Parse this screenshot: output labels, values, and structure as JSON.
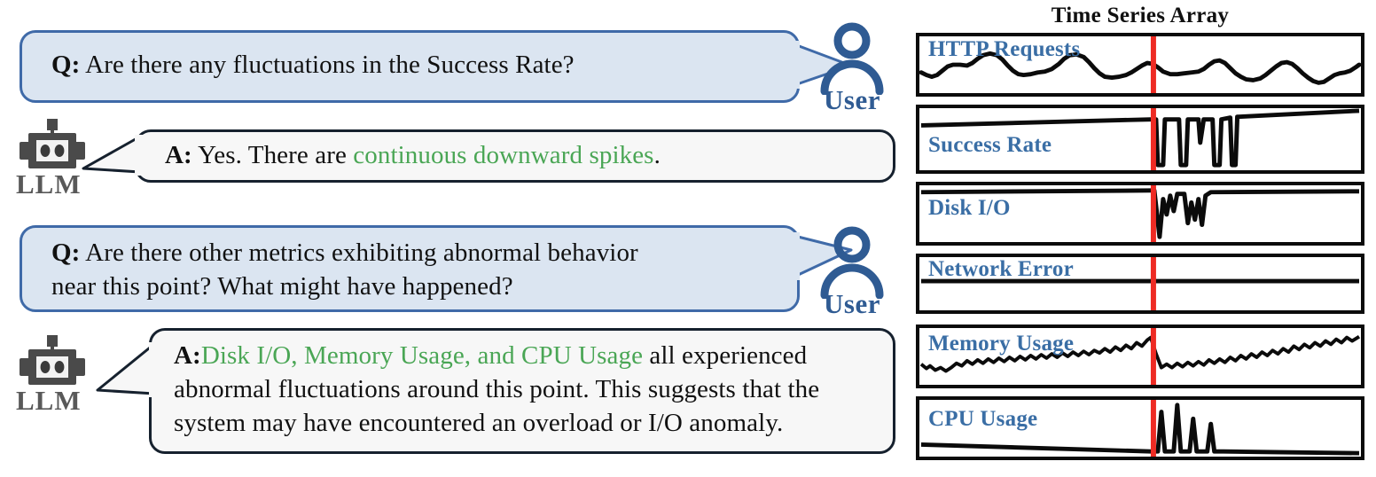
{
  "conversation": [
    {
      "role": "user",
      "speaker_label": "User",
      "prefix": "Q:",
      "text": " Are there any fluctuations in the Success Rate?",
      "lines": [
        "Q: Are there any fluctuations in the Success Rate?"
      ]
    },
    {
      "role": "llm",
      "speaker_label": "LLM",
      "prefix": "A:",
      "text_plain_1": " Yes. There are ",
      "text_highlight": "continuous downward spikes",
      "text_plain_2": ".",
      "highlight_color": "#4aa655"
    },
    {
      "role": "user",
      "speaker_label": "User",
      "prefix": "Q:",
      "line1": " Are there other metrics exhibiting abnormal behavior",
      "line2": "near this point? What might have happened?"
    },
    {
      "role": "llm",
      "speaker_label": "LLM",
      "prefix": "A:",
      "text_highlight": "Disk I/O, Memory Usage, and CPU Usage",
      "text_plain_1": " all experienced",
      "line2": "abnormal fluctuations around this point. This suggests that the",
      "line3": "system may have encountered an overload or I/O anomaly.",
      "highlight_color": "#4aa655"
    }
  ],
  "colors": {
    "question_fill": "#dbe5f1",
    "question_border": "#3f6aa8",
    "answer_fill": "#f7f7f7",
    "answer_border": "#16212e",
    "user_blue": "#2f5b93",
    "llm_gray": "#595959",
    "highlight_green": "#4aa655",
    "panel_label_blue": "#3a6ea5",
    "marker_red": "#ee2b24",
    "series_black": "#0b0b0b"
  },
  "chart_data": {
    "type": "line",
    "title": "Time Series Array",
    "grid": false,
    "legend": null,
    "xlabel": "",
    "ylabel": "",
    "marker": {
      "name": "anomaly-marker",
      "color": "#ee2b24",
      "x_fraction": 0.525,
      "label": "this point"
    },
    "panels": [
      {
        "name": "HTTP Requests",
        "label": "HTTP Requests",
        "pattern": "oscillating waveform, no anomaly at marker",
        "y": [
          0.62,
          0.72,
          0.66,
          0.6,
          0.66,
          0.7,
          0.63,
          0.58,
          0.5,
          0.44,
          0.52,
          0.62,
          0.7,
          0.66,
          0.6,
          0.64,
          0.72,
          0.66,
          0.58,
          0.5,
          0.46,
          0.56,
          0.62,
          0.55,
          0.48,
          0.42,
          0.56,
          0.66,
          0.6,
          0.52,
          0.46,
          0.52,
          0.6,
          0.58,
          0.56,
          0.58,
          0.6,
          0.58,
          0.56,
          0.58,
          0.62,
          0.7,
          0.66,
          0.56,
          0.46,
          0.4,
          0.44,
          0.54,
          0.62,
          0.58,
          0.5,
          0.46,
          0.52,
          0.62,
          0.68,
          0.62,
          0.54,
          0.46,
          0.42,
          0.48,
          0.58,
          0.62,
          0.56,
          0.48,
          0.42,
          0.38,
          0.44,
          0.54,
          0.62,
          0.66,
          0.6,
          0.52,
          0.44,
          0.38,
          0.34,
          0.4,
          0.5,
          0.58,
          0.62,
          0.58,
          0.52,
          0.48,
          0.52,
          0.6,
          0.64,
          0.58
        ]
      },
      {
        "name": "Success Rate",
        "label": "Success Rate",
        "pattern": "slow rising baseline with continuous deep downward spikes just after marker",
        "baseline": "rises from 0.78 to 0.92",
        "anomaly": "downward spikes reaching near 0"
      },
      {
        "name": "Disk I/O",
        "label": "Disk I/O",
        "pattern": "flat high baseline with sharp downward spikes right after marker",
        "baseline": "flat near 0.93",
        "anomaly": "downward spikes reaching 0.1"
      },
      {
        "name": "Network Error",
        "label": "Network Error",
        "pattern": "flat line, no anomaly",
        "baseline": "flat near 0.62"
      },
      {
        "name": "Memory Usage",
        "label": "Memory Usage",
        "pattern": "noisy upward trend with a dip at the marker then resumed rise",
        "baseline": "rises from 0.40 to 0.88"
      },
      {
        "name": "CPU Usage",
        "label": "CPU Usage",
        "pattern": "low declining baseline with tall narrow upward spikes just after marker",
        "baseline": "declines from 0.18 to 0.06",
        "anomaly": "four tall spikes up to 0.95"
      }
    ]
  }
}
